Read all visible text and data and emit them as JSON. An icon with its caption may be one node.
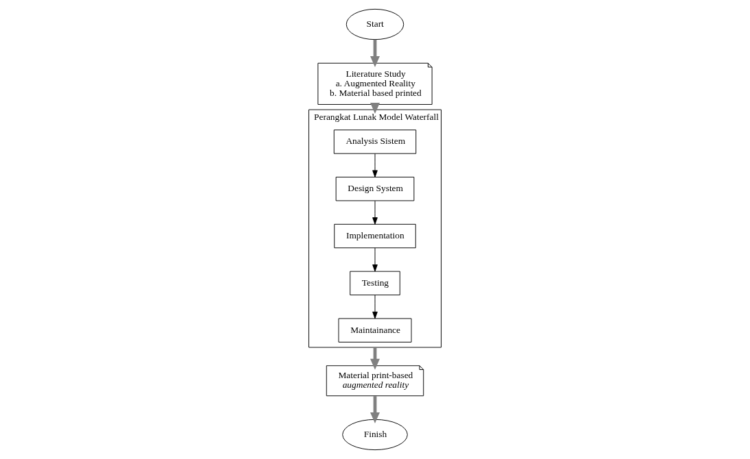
{
  "diagram": {
    "nodes": [
      {
        "text": [
          "Start"
        ]
      },
      {
        "text": [
          "Literature Study",
          "a. Augmented Reality",
          "b. Material based printed"
        ]
      },
      {
        "text": [
          "Perangkat Lunak Model Waterfall"
        ]
      },
      {
        "text": [
          "Analysis Sistem"
        ],
        "in": 2
      },
      {
        "text": [
          "Design System"
        ],
        "in": 2
      },
      {
        "text": [
          "Implementation"
        ],
        "in": 2
      },
      {
        "text": [
          "Testing"
        ],
        "in": 2
      },
      {
        "text": [
          "Maintainance"
        ],
        "in": 2
      },
      {
        "text": [
          "Material print-based *augmented reality*"
        ]
      },
      {
        "text": [
          "Finish"
        ]
      }
    ],
    "edges": [
      {
        "from": 0,
        "to": 1,
        "arrow": "to",
        "style": "thick",
        "color": "#808080"
      },
      {
        "from": 1,
        "to": 2,
        "arrow": "to",
        "style": "thick",
        "color": "#808080"
      },
      {
        "from": 3,
        "to": 4,
        "arrow": "to"
      },
      {
        "from": 4,
        "to": 5,
        "arrow": "to"
      },
      {
        "from": 5,
        "to": 6,
        "arrow": "to"
      },
      {
        "from": 6,
        "to": 7,
        "arrow": "to"
      },
      {
        "from": 2,
        "to": 8,
        "arrow": "to",
        "style": "thick",
        "color": "#808080"
      },
      {
        "from": 8,
        "to": 9,
        "arrow": "to",
        "style": "thick",
        "color": "#808080"
      }
    ]
  }
}
